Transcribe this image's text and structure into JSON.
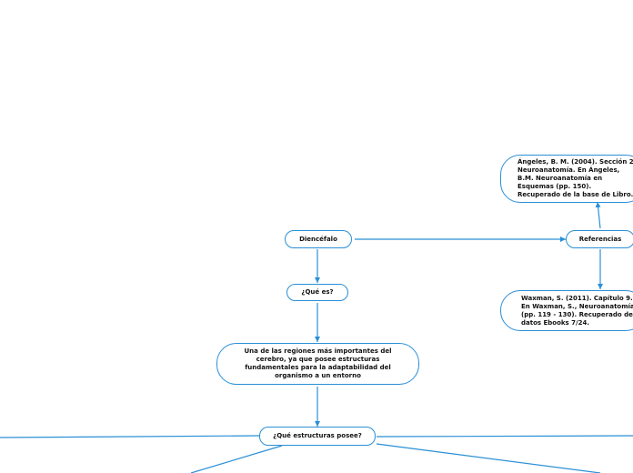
{
  "nodes": {
    "diencefalo": "Diencéfalo",
    "que_es": "¿Qué es?",
    "definicion": "Una de las regiones más importantes del cerebro, ya que posee estructuras fundamentales para la adaptabilidad del organismo a un entorno",
    "estructuras": "¿Qué estructuras posee?",
    "referencias": "Referencias",
    "ref_angeles": "Ángeles, B. M. (2004). Sección 2 Neuroanatomía. En Ángeles, B.M. Neuroanatomía en Esquemas (pp. 150). Recuperado de la base de Libro.",
    "ref_waxman": "Waxman, S. (2011). Capítulo 9. En Waxman, S., Neuroanatomía (pp. 119 - 130). Recuperado de datos Ebooks 7/24."
  },
  "colors": {
    "connector": "#2a8fd6",
    "border": "#2a8fd6"
  }
}
